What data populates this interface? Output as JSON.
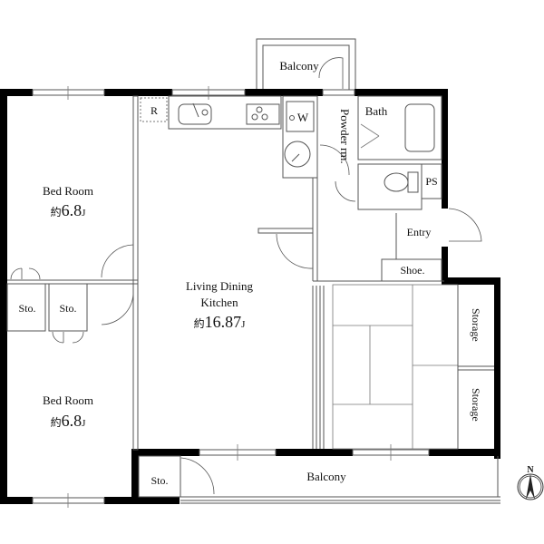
{
  "floor_plan": {
    "rooms": {
      "bedroom_top": {
        "name": "Bed Room",
        "area_prefix": "約",
        "area": "6.8",
        "unit": "J"
      },
      "bedroom_bottom": {
        "name": "Bed Room",
        "area_prefix": "約",
        "area": "6.8",
        "unit": "J"
      },
      "ldk": {
        "name_line1": "Living Dining",
        "name_line2": "Kitchen",
        "area_prefix": "約",
        "area": "16.87",
        "unit": "J"
      },
      "balcony_top": {
        "name": "Balcony"
      },
      "balcony_bottom": {
        "name": "Balcony"
      },
      "powder_room": {
        "name": "Powder rm."
      },
      "bath": {
        "name": "Bath"
      },
      "ps": {
        "name": "PS"
      },
      "entry": {
        "name": "Entry"
      },
      "shoe": {
        "name": "Shoe."
      },
      "storage_1": {
        "name": "Storage"
      },
      "storage_2": {
        "name": "Storage"
      },
      "sto_left_1": {
        "name": "Sto."
      },
      "sto_left_2": {
        "name": "Sto."
      },
      "sto_bottom": {
        "name": "Sto."
      }
    },
    "fixtures": {
      "refrigerator": "R",
      "washer": "W"
    },
    "compass": {
      "label": "N"
    }
  }
}
